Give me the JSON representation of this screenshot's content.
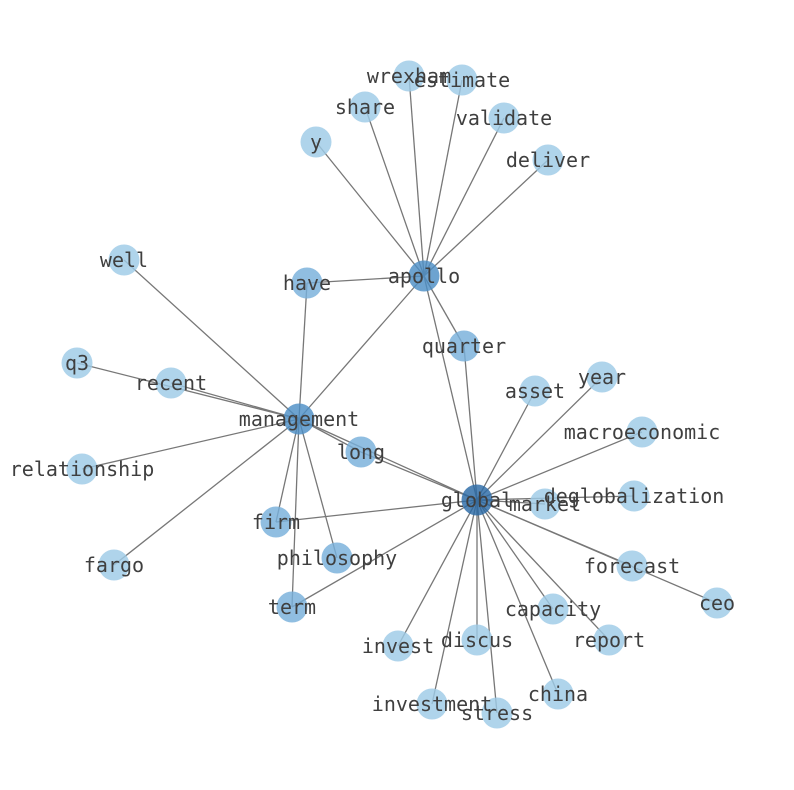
{
  "graph": {
    "colors": {
      "hub": "#2b6aa6",
      "strong": "#4d8fc6",
      "medium": "#78b0da",
      "light": "#9ecae6"
    },
    "nodes": [
      {
        "id": "apollo",
        "label": "apollo",
        "tier": "strong"
      },
      {
        "id": "management",
        "label": "management",
        "tier": "strong"
      },
      {
        "id": "global",
        "label": "global",
        "tier": "hub"
      },
      {
        "id": "have",
        "label": "have",
        "tier": "medium"
      },
      {
        "id": "quarter",
        "label": "quarter",
        "tier": "medium"
      },
      {
        "id": "long",
        "label": "long",
        "tier": "medium"
      },
      {
        "id": "firm",
        "label": "firm",
        "tier": "medium"
      },
      {
        "id": "philosophy",
        "label": "philosophy",
        "tier": "medium"
      },
      {
        "id": "term",
        "label": "term",
        "tier": "medium"
      },
      {
        "id": "wrexham",
        "label": "wrexham",
        "tier": "light"
      },
      {
        "id": "estimate",
        "label": "estimate",
        "tier": "light"
      },
      {
        "id": "share",
        "label": "share",
        "tier": "light"
      },
      {
        "id": "validate",
        "label": "validate",
        "tier": "light"
      },
      {
        "id": "y",
        "label": "y",
        "tier": "light"
      },
      {
        "id": "deliver",
        "label": "deliver",
        "tier": "light"
      },
      {
        "id": "well",
        "label": "well",
        "tier": "light"
      },
      {
        "id": "q3",
        "label": "q3",
        "tier": "light"
      },
      {
        "id": "recent",
        "label": "recent",
        "tier": "light"
      },
      {
        "id": "relationship",
        "label": "relationship",
        "tier": "light"
      },
      {
        "id": "fargo",
        "label": "fargo",
        "tier": "light"
      },
      {
        "id": "asset",
        "label": "asset",
        "tier": "light"
      },
      {
        "id": "year",
        "label": "year",
        "tier": "light"
      },
      {
        "id": "macroeconomic",
        "label": "macroeconomic",
        "tier": "light"
      },
      {
        "id": "deglobalization",
        "label": "deglobalization",
        "tier": "light"
      },
      {
        "id": "market",
        "label": "market",
        "tier": "light"
      },
      {
        "id": "forecast",
        "label": "forecast",
        "tier": "light"
      },
      {
        "id": "ceo",
        "label": "ceo",
        "tier": "light"
      },
      {
        "id": "capacity",
        "label": "capacity",
        "tier": "light"
      },
      {
        "id": "report",
        "label": "report",
        "tier": "light"
      },
      {
        "id": "invest",
        "label": "invest",
        "tier": "light"
      },
      {
        "id": "discus",
        "label": "discus",
        "tier": "light"
      },
      {
        "id": "china",
        "label": "china",
        "tier": "light"
      },
      {
        "id": "investment",
        "label": "investment",
        "tier": "light"
      },
      {
        "id": "stress",
        "label": "stress",
        "tier": "light"
      }
    ],
    "edges": [
      [
        "apollo",
        "wrexham"
      ],
      [
        "apollo",
        "estimate"
      ],
      [
        "apollo",
        "share"
      ],
      [
        "apollo",
        "validate"
      ],
      [
        "apollo",
        "y"
      ],
      [
        "apollo",
        "deliver"
      ],
      [
        "apollo",
        "have"
      ],
      [
        "apollo",
        "quarter"
      ],
      [
        "apollo",
        "management"
      ],
      [
        "apollo",
        "global"
      ],
      [
        "management",
        "well"
      ],
      [
        "management",
        "q3"
      ],
      [
        "management",
        "recent"
      ],
      [
        "management",
        "relationship"
      ],
      [
        "management",
        "fargo"
      ],
      [
        "management",
        "have"
      ],
      [
        "management",
        "long"
      ],
      [
        "management",
        "firm"
      ],
      [
        "management",
        "philosophy"
      ],
      [
        "management",
        "term"
      ],
      [
        "management",
        "global"
      ],
      [
        "global",
        "quarter"
      ],
      [
        "global",
        "long"
      ],
      [
        "global",
        "firm"
      ],
      [
        "global",
        "term"
      ],
      [
        "global",
        "asset"
      ],
      [
        "global",
        "year"
      ],
      [
        "global",
        "macroeconomic"
      ],
      [
        "global",
        "deglobalization"
      ],
      [
        "global",
        "market"
      ],
      [
        "global",
        "forecast"
      ],
      [
        "global",
        "ceo"
      ],
      [
        "global",
        "capacity"
      ],
      [
        "global",
        "report"
      ],
      [
        "global",
        "invest"
      ],
      [
        "global",
        "discus"
      ],
      [
        "global",
        "china"
      ],
      [
        "global",
        "investment"
      ],
      [
        "global",
        "stress"
      ]
    ]
  }
}
